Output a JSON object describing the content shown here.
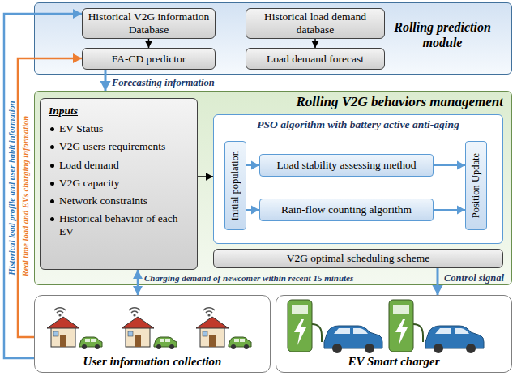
{
  "diagram": {
    "nodes": [
      {
        "text": [
          "Rolling prediction module"
        ]
      },
      {
        "text": [
          "Historical V2G information Database"
        ],
        "in": 0
      },
      {
        "text": [
          "Historical load demand database"
        ],
        "in": 0
      },
      {
        "text": [
          "FA-CD predictor"
        ],
        "in": 0
      },
      {
        "text": [
          "Load demand forecast"
        ],
        "in": 0
      },
      {
        "text": [
          "Rolling V2G behaviors management"
        ]
      },
      {
        "text": [
          "Inputs",
          "EV Status",
          "V2G users requirements",
          "Load demand",
          "V2G capacity",
          "Network constraints",
          "Historical behavior of each EV"
        ],
        "in": 5
      },
      {
        "text": [
          "PSO algorithm with battery active anti-aging"
        ],
        "in": 5
      },
      {
        "text": [
          "Initial population"
        ],
        "in": 7
      },
      {
        "text": [
          "Load stability assessing method"
        ],
        "in": 7
      },
      {
        "text": [
          "Rain-flow counting algorithm"
        ],
        "in": 7
      },
      {
        "text": [
          "Position Update"
        ],
        "in": 7
      },
      {
        "text": [
          "V2G optimal scheduling scheme"
        ],
        "in": 5
      },
      {
        "text": [
          "User information collection"
        ]
      },
      {
        "text": [
          "EV Smart charger"
        ]
      }
    ],
    "edges": [
      {
        "from": 1,
        "to": 3,
        "arrow": "to"
      },
      {
        "from": 2,
        "to": 4,
        "arrow": "to"
      },
      {
        "from": 3,
        "to": 5,
        "arrow": "to",
        "label": "Forecasting information"
      },
      {
        "from": 6,
        "to": 7,
        "arrow": "to"
      },
      {
        "from": 8,
        "to": 9,
        "arrow": "to"
      },
      {
        "from": 8,
        "to": 10,
        "arrow": "to"
      },
      {
        "from": 9,
        "to": 11,
        "arrow": "to"
      },
      {
        "from": 10,
        "to": 11,
        "arrow": "to"
      },
      {
        "from": 12,
        "to": 14,
        "arrow": "to",
        "label": "Control signal"
      },
      {
        "from": 13,
        "to": 6,
        "arrow": "both",
        "label": "Charging demand of newcomer within recent 15 minutes"
      },
      {
        "from": 13,
        "to": 1,
        "arrow": "to",
        "label": "Historical load profile and user habit information"
      },
      {
        "from": 13,
        "to": 3,
        "arrow": "to",
        "label": "Real time load and EVs charging information"
      }
    ]
  }
}
